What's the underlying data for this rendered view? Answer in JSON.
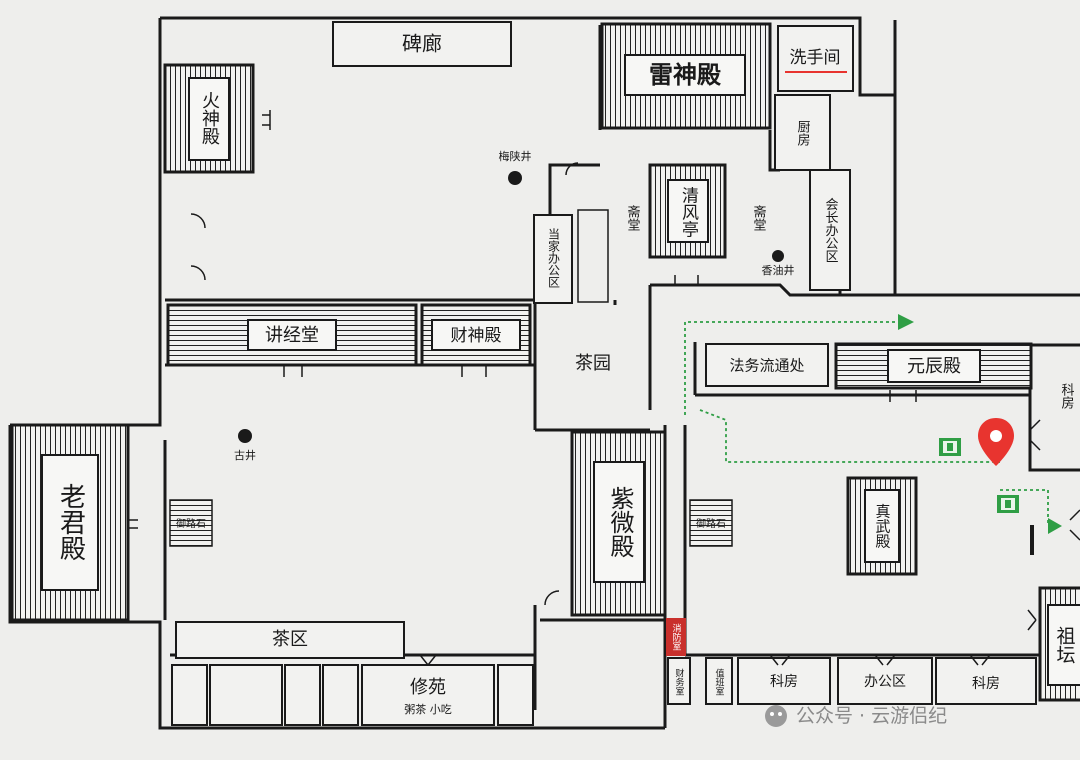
{
  "map": {
    "halls": {
      "leishen": "雷神殿",
      "huoshen": "火神殿",
      "laojun": "老君殿",
      "ziwei": "紫微殿",
      "yuanchen": "元辰殿",
      "zhenwu": "真武殿",
      "zutan": "祖坛",
      "jiangjing": "讲经堂",
      "caishen": "财神殿",
      "qingfeng": "清风亭"
    },
    "rooms": {
      "beilang": "碑廊",
      "xishoujian": "洗手间",
      "chufang": "厨房",
      "huizhang": "会长办公区",
      "dangjia": "当家办公区",
      "zhaitang_left": "斋堂",
      "zhaitang_right": "斋堂",
      "chayuan": "茶园",
      "fawu": "法务流通处",
      "chaqu": "茶区",
      "xiuyuan": "修苑",
      "xiuyuan_sub": "粥茶 小吃",
      "kefang_right": "科房",
      "kefang_bottom1": "科房",
      "kefang_bottom2": "科房",
      "bangongqu": "办公区",
      "xiaofang": "消防室",
      "caiwu": "财务室",
      "yuluoshi": "值班室"
    },
    "wells": {
      "meixia": "梅陕井",
      "gujing": "古井",
      "xiangyou": "香油井"
    },
    "steps": {
      "left": "御路石",
      "right": "御路石"
    },
    "markers": {
      "accent": "#e8342f",
      "route_color": "#2f9e45",
      "location_pin": "location-pin-icon"
    },
    "watermark": "公众号 · 云游侣纪"
  }
}
